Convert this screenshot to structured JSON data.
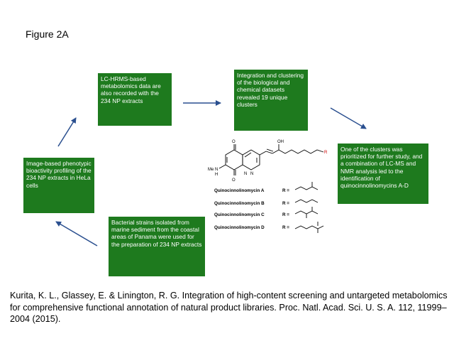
{
  "figure_label": "Figure 2A",
  "boxes": {
    "lc_hrms": "LC-HRMS-based metabolomics data are also recorded with the 234 NP extracts",
    "integration": "Integration and clustering of the biological and chemical datasets revealed 19 unique clusters",
    "cluster_study": "One of the clusters was prioritized for further study, and a combination of LC-MS and NMR analysis led to the identification of quinocinnolinomycins A-D",
    "bacterial": "Bacterial strains isolated from marine sediment from the coastal areas of Panama were used for the preparation of 234 NP extracts",
    "image_based": "Image-based phenotypic bioactivity profiling of the 234 NP extracts in HeLa cells"
  },
  "structure": {
    "atom_o": "O",
    "atom_oh": "OH",
    "atom_r": "R",
    "atom_me": "Me",
    "atom_nh": "N",
    "atom_h": "H",
    "atom_n1": "N",
    "atom_n2": "N",
    "compounds": [
      {
        "name": "Quinocinnolinomycin A",
        "r": "R ="
      },
      {
        "name": "Quinocinnolinomycin B",
        "r": "R ="
      },
      {
        "name": "Quinocinnolinomycin C",
        "r": "R ="
      },
      {
        "name": "Quinocinnolinomycin D",
        "r": "R ="
      }
    ]
  },
  "citation": "Kurita, K. L., Glassey, E. & Linington, R. G. Integration of high-content screening and untargeted metabolomics for comprehensive functional annotation of natural product libraries. Proc. Natl. Acad. Sci. U. S. A. 112, 11999–2004 (2015).",
  "colors": {
    "box_fill": "#1e7a1e",
    "box_text": "#ffffff",
    "arrow": "#2a4f8f",
    "r_group": "#cc0000"
  }
}
